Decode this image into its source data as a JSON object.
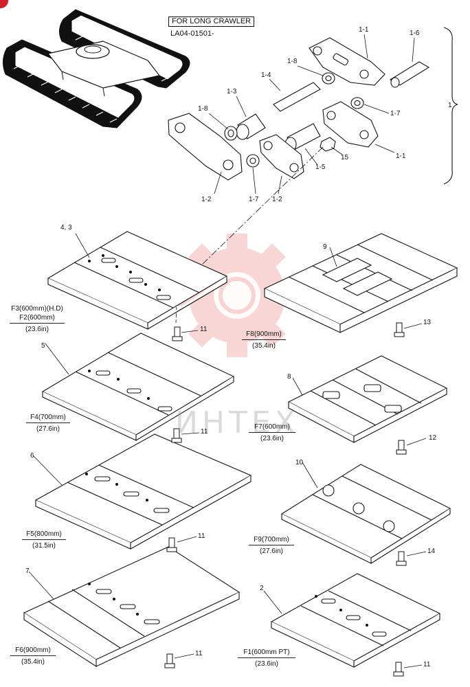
{
  "header": {
    "title": "FOR LONG CRAWLER",
    "code": "LA04-01501-"
  },
  "watermark": "ИНТЕХ",
  "colors": {
    "watermark_red": "#e02020",
    "line": "#111111",
    "corner_badge": "#d21f26"
  },
  "part_labels": {
    "p1_1_top": "1-1",
    "p1_6": "1-6",
    "p1_8_top": "1-8",
    "p1_4": "1-4",
    "p1_3": "1-3",
    "p1_8_left": "1-8",
    "p1_7_right": "1-7",
    "p1": "1",
    "p1_1_right": "1-1",
    "p15": "15",
    "p1_5": "1-5",
    "p1_2_left": "1-2",
    "p1_7_bottom": "1-7",
    "p1_2_mid": "1-2",
    "p4_3": "4, 3",
    "p9": "9",
    "p5": "5",
    "p8": "8",
    "p6": "6",
    "p10": "10",
    "p7": "7",
    "p2": "2",
    "b11_a": "11",
    "b13": "13",
    "b11_b": "11",
    "b12": "12",
    "b11_c": "11",
    "b14": "14",
    "b11_d": "11",
    "b11_e": "11"
  },
  "shoe_specs": {
    "f3": {
      "line1": "F3(600mm)(H.D)",
      "line2": "F2(600mm)",
      "value": "(23.6in)"
    },
    "f8": {
      "line1": "F8(900mm)",
      "value": "(35.4in)"
    },
    "f4": {
      "line1": "F4(700mm)",
      "value": "(27.6in)"
    },
    "f7": {
      "line1": "F7(600mm)",
      "value": "(23.6in)"
    },
    "f5": {
      "line1": "F5(800mm)",
      "value": "(31.5in)"
    },
    "f9": {
      "line1": "F9(700mm)",
      "value": "(27.6in)"
    },
    "f6": {
      "line1": "F6(900mm)",
      "value": "(35.4in)"
    },
    "f1": {
      "line1": "F1(600mm PT)",
      "value": "(23.6in)"
    }
  }
}
